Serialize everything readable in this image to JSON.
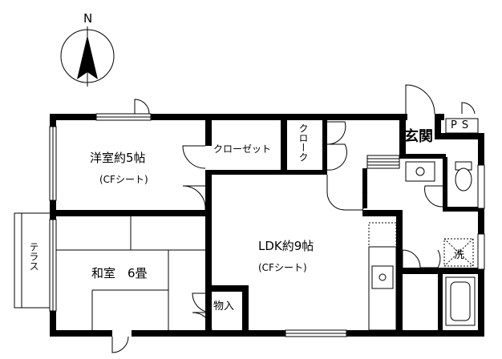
{
  "compass": {
    "label": "N"
  },
  "rooms": {
    "western": {
      "name": "洋室約5帖",
      "finish": "(CFシート)"
    },
    "closet": {
      "name": "クローゼット"
    },
    "cloak": {
      "name": "クローク"
    },
    "entrance": {
      "name": "玄関"
    },
    "ps": {
      "name": "PS"
    },
    "ldk": {
      "name": "LDK約9帖",
      "finish": "(CFシート)"
    },
    "japanese": {
      "name": "和室　6畳"
    },
    "storage": {
      "name": "物入"
    },
    "laundry": {
      "name": "洗"
    },
    "terrace": {
      "name": "テラス"
    }
  }
}
